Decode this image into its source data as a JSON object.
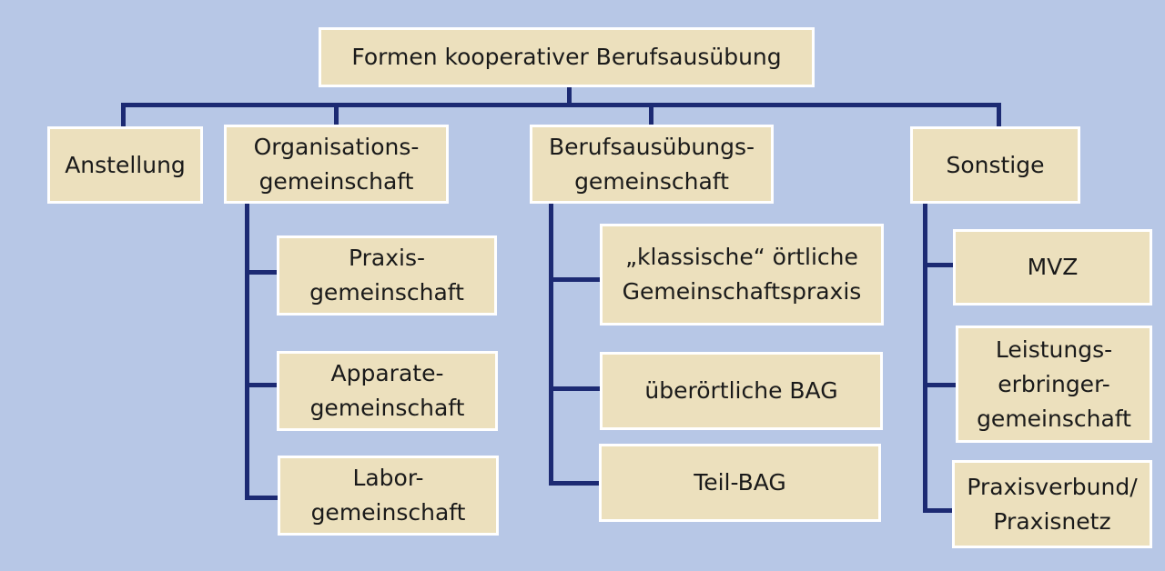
{
  "diagram": {
    "root": "Formen kooperativer Berufsausübung",
    "categories": [
      {
        "label": "Anstellung",
        "children": []
      },
      {
        "label": "Organisations-\ngemeinschaft",
        "children": [
          "Praxis-\ngemeinschaft",
          "Apparate-\ngemeinschaft",
          "Labor-\ngemeinschaft"
        ]
      },
      {
        "label": "Berufsausübungs-\ngemeinschaft",
        "children": [
          "„klassische“ örtliche\nGemeinschaftspraxis",
          "überörtliche BAG",
          "Teil-BAG"
        ]
      },
      {
        "label": "Sonstige",
        "children": [
          "MVZ",
          "Leistungs-\nerbringer-\ngemeinschaft",
          "Praxisverbund/\nPraxisnetz"
        ]
      }
    ]
  },
  "colors": {
    "background": "#b7c7e6",
    "box_fill": "#ece0bd",
    "box_border": "#ffffff",
    "connector": "#1c2a73",
    "text": "#1a1a1a"
  }
}
